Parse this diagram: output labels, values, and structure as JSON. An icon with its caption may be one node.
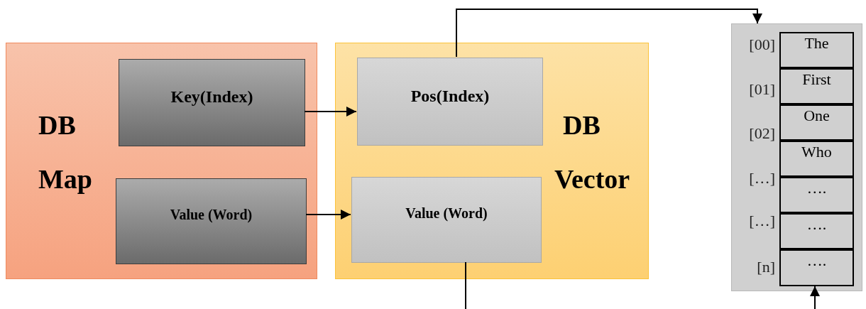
{
  "diagram": {
    "nodes": [
      {
        "text": [
          "DB",
          "Map"
        ]
      },
      {
        "text": [
          "Key(Index)"
        ],
        "in": 0
      },
      {
        "text": [
          "Value (Word)"
        ],
        "in": 0
      },
      {
        "text": [
          "DB",
          "Vector"
        ]
      },
      {
        "text": [
          "Pos(Index)"
        ],
        "in": 3
      },
      {
        "text": [
          "Value (Word)"
        ],
        "in": 3
      },
      {
        "text": [],
        "shape": "box"
      },
      {
        "text": [
          "The"
        ],
        "in": 6
      },
      {
        "text": [
          "First"
        ],
        "in": 6
      },
      {
        "text": [
          "One"
        ],
        "in": 6
      },
      {
        "text": [
          "Who"
        ],
        "in": 6
      },
      {
        "text": [
          "…."
        ],
        "in": 6
      },
      {
        "text": [
          "…."
        ],
        "in": 6
      },
      {
        "text": [
          "…."
        ],
        "in": 6
      }
    ],
    "edges": [
      {
        "from": 1,
        "to": 4,
        "arrow": "to"
      },
      {
        "from": 2,
        "to": 5,
        "arrow": "to"
      },
      {
        "from": 4,
        "to": 6,
        "arrow": "to"
      },
      {
        "from": 5,
        "to": null,
        "arrow": "none"
      },
      {
        "from": null,
        "to": 13,
        "arrow": "to"
      }
    ],
    "labels": [
      "[00]",
      "[01]",
      "[02]",
      "[…]",
      "[…]",
      "[n]"
    ]
  }
}
